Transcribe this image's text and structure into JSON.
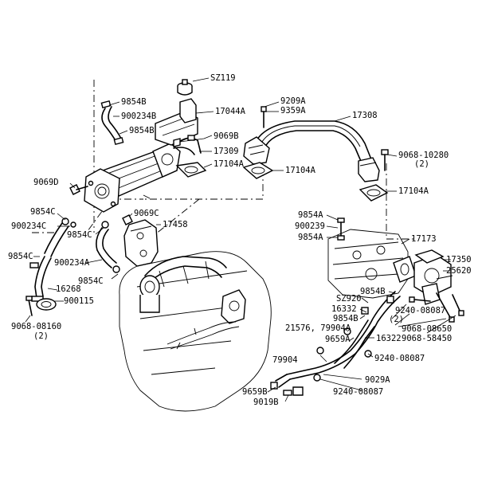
{
  "callouts": {
    "SZ119": "SZ119",
    "c9854B_a": "9854B",
    "c17044A": "17044A",
    "c900234B": "900234B",
    "c9854B_b": "9854B",
    "c9069B": "9069B",
    "c17309": "17309",
    "c17104A_a": "17104A",
    "c9209A": "9209A",
    "c9359A": "9359A",
    "c17308": "17308",
    "c17104A_b": "17104A",
    "c9068_10280": "9068-10280",
    "qty_a": "(2)",
    "c17104A_c": "17104A",
    "c9069D": "9069D",
    "c9854C_a": "9854C",
    "c9069C": "9069C",
    "c900234C": "900234C",
    "c17458": "17458",
    "c9854C_b": "9854C",
    "c9854A_a": "9854A",
    "c900239": "900239",
    "c9854A_b": "9854A",
    "c17173": "17173",
    "c9854C_c": "9854C",
    "c900234A": "900234A",
    "c17350": "17350",
    "c25620": "25620",
    "c16268": "16268",
    "c9854C_d": "9854C",
    "c900115": "900115",
    "c9854B_c": "9854B",
    "cSZ920": "SZ920",
    "c16332_a": "16332",
    "c9854B_d": "9854B",
    "c9240_08087_a": "9240-08087",
    "qty_b": "(2)",
    "c9068_08160": "9068-08160",
    "qty_c": "(2)",
    "c21576": "21576, 79904A",
    "c9068_08650": "9068-08650",
    "c16322": "16322",
    "c9068_58450": "9068-58450",
    "c9659A": "9659A",
    "c79904": "79904",
    "c9240_08087_b": "9240-08087",
    "c9029A": "9029A",
    "c9659B": "9659B",
    "c9240_08087_c": "9240-08087",
    "c9019B": "9019B"
  }
}
